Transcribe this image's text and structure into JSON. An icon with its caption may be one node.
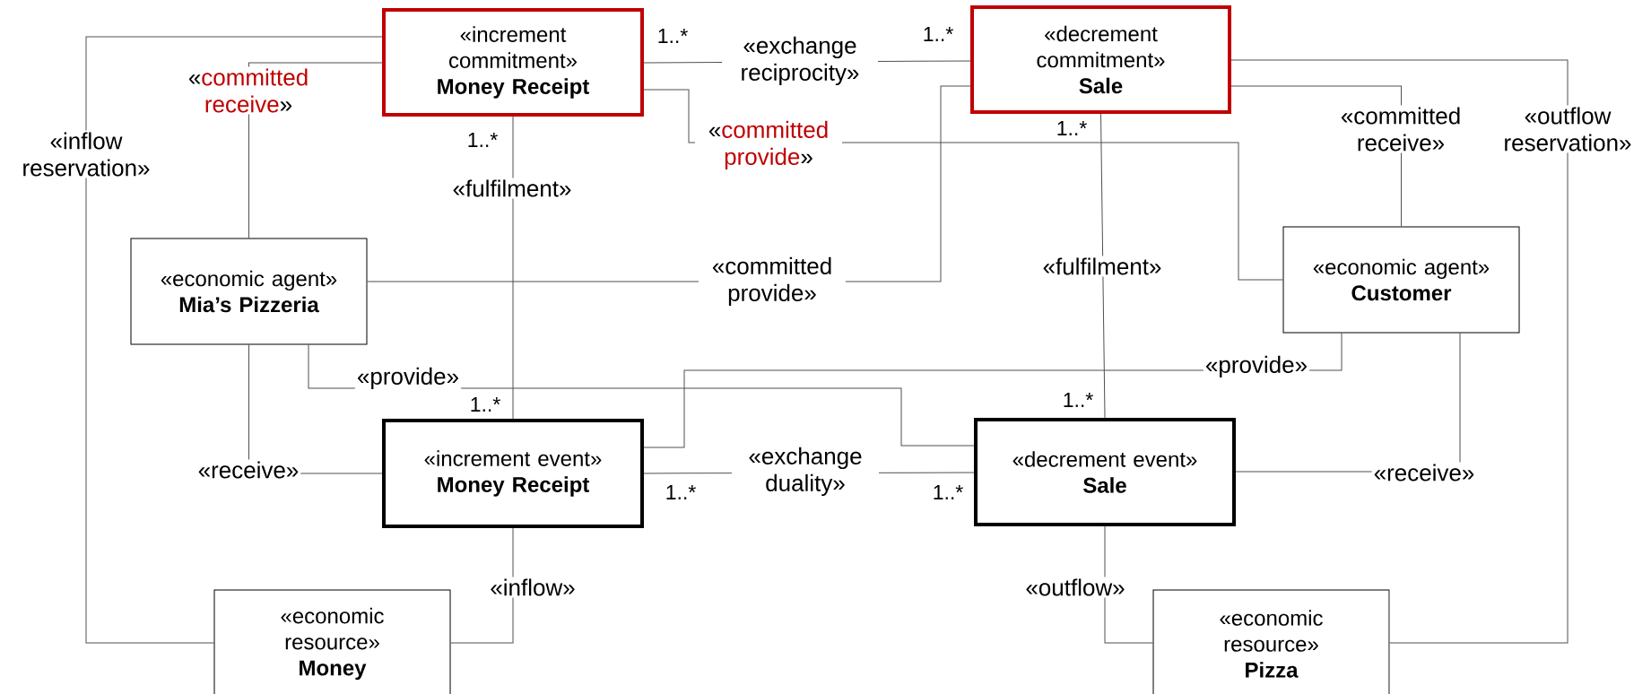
{
  "diagram": {
    "nodes": [
      {
        "text": [
          "«increment commitment»",
          "Money Receipt"
        ]
      },
      {
        "text": [
          "«decrement commitment»",
          "Sale"
        ]
      },
      {
        "text": [
          "«economic agent»",
          "Mia’s Pizzeria"
        ]
      },
      {
        "text": [
          "«economic agent»",
          "Customer"
        ]
      },
      {
        "text": [
          "«increment event»",
          "Money Receipt"
        ]
      },
      {
        "text": [
          "«decrement event»",
          "Sale"
        ]
      },
      {
        "text": [
          "«economic resource»",
          "Money"
        ]
      },
      {
        "text": [
          "«economic resource»",
          "Pizza"
        ]
      }
    ],
    "edges": [
      {
        "from": 0,
        "to": 1,
        "arrow": "none",
        "label": "«exchange reciprocity»"
      },
      {
        "from": 0,
        "to": 2,
        "arrow": "none",
        "label": "«committed receive»"
      },
      {
        "from": 0,
        "to": 3,
        "arrow": "none",
        "label": "«committed provide»"
      },
      {
        "from": 1,
        "to": 2,
        "arrow": "none",
        "label": "«committed provide»"
      },
      {
        "from": 1,
        "to": 3,
        "arrow": "none",
        "label": "«committed receive»"
      },
      {
        "from": 1,
        "to": 7,
        "arrow": "none",
        "label": "«outflow reservation»"
      },
      {
        "from": 0,
        "to": 6,
        "arrow": "none",
        "label": "«inflow reservation»"
      },
      {
        "from": 0,
        "to": 4,
        "arrow": "none",
        "label": "«fulfilment»"
      },
      {
        "from": 1,
        "to": 5,
        "arrow": "none",
        "label": "«fulfilment»"
      },
      {
        "from": 4,
        "to": 5,
        "arrow": "none",
        "label": "«exchange duality»"
      },
      {
        "from": 2,
        "to": 5,
        "arrow": "none",
        "label": "«provide»"
      },
      {
        "from": 3,
        "to": 4,
        "arrow": "none",
        "label": "«provide»"
      },
      {
        "from": 2,
        "to": 4,
        "arrow": "none",
        "label": "«receive»"
      },
      {
        "from": 3,
        "to": 5,
        "arrow": "none",
        "label": "«receive»"
      },
      {
        "from": 4,
        "to": 6,
        "arrow": "none",
        "label": "«inflow»"
      },
      {
        "from": 5,
        "to": 7,
        "arrow": "none",
        "label": "«outflow»"
      }
    ],
    "labels": [
      "1..*",
      "1..*",
      "1..*",
      "1..*",
      "1..*",
      "1..*",
      "1..*",
      "1..*"
    ]
  }
}
